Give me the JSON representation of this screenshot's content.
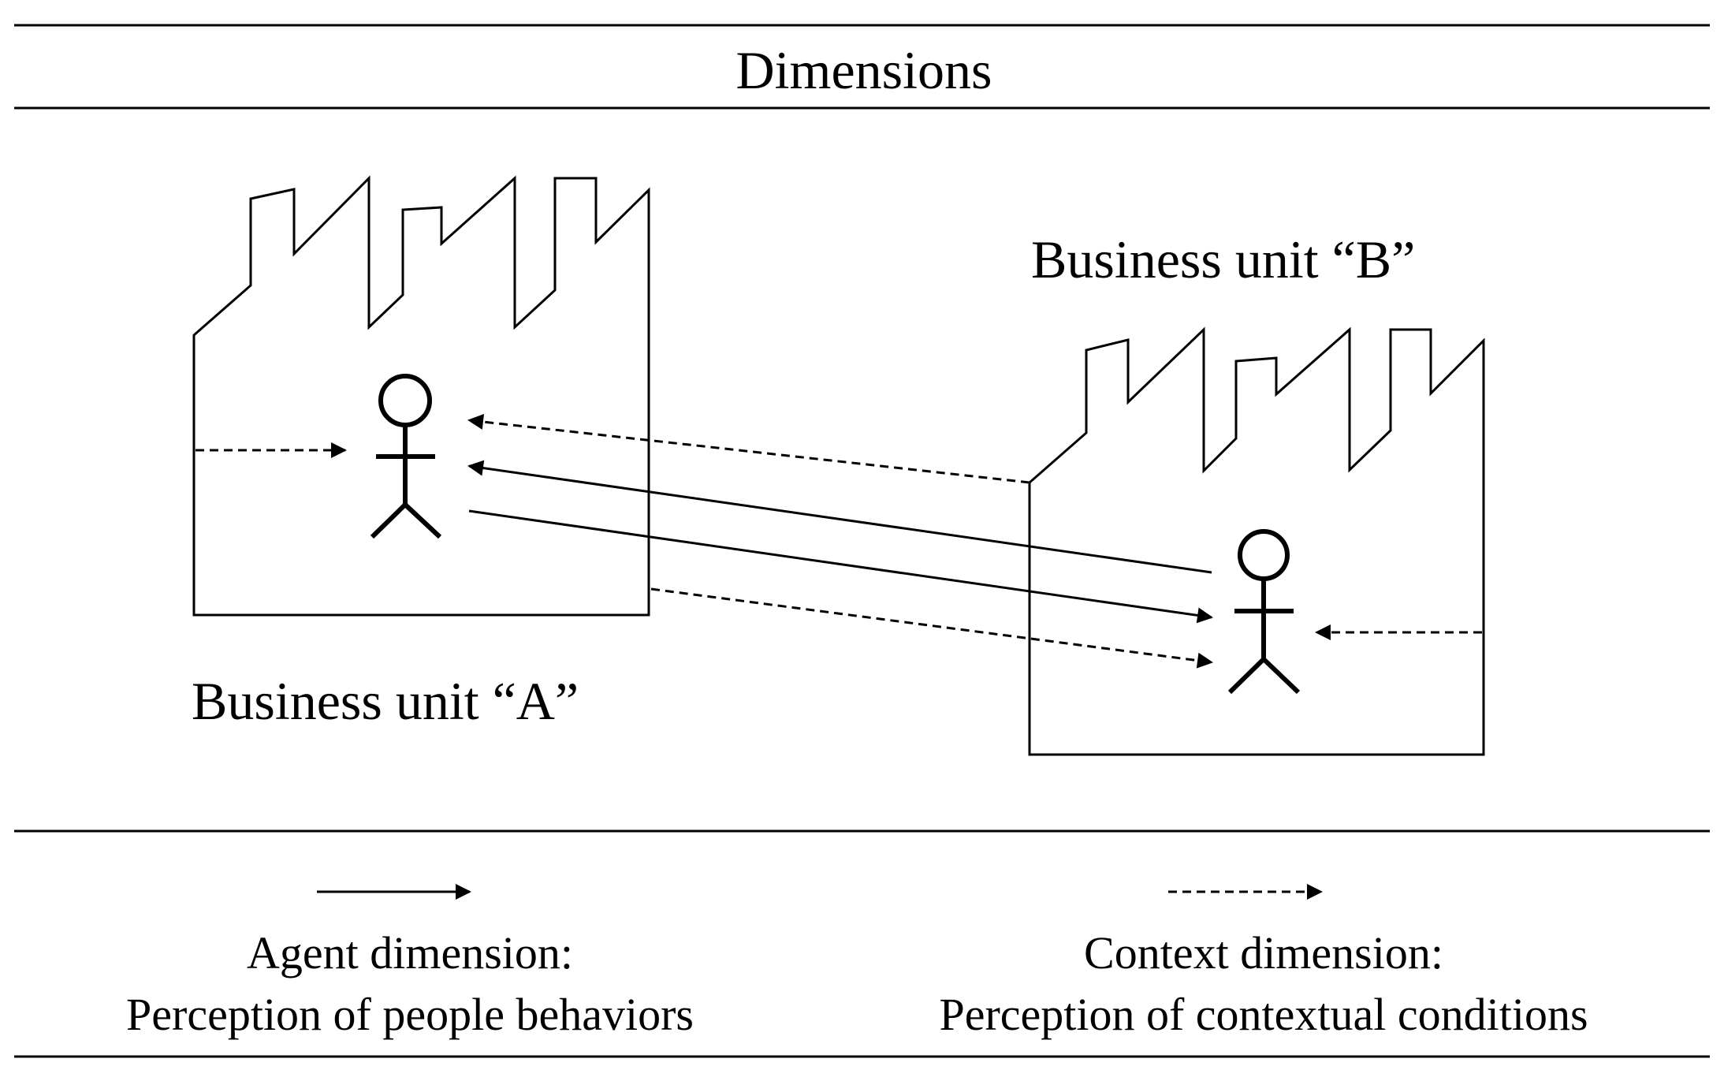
{
  "header": {
    "title": "Dimensions"
  },
  "units": {
    "a": {
      "label": "Business unit “A”"
    },
    "b": {
      "label": "Business unit “B”"
    }
  },
  "legend": {
    "agent": {
      "line_style": "solid",
      "title": "Agent dimension:",
      "description": "Perception of people behaviors"
    },
    "context": {
      "line_style": "dashed",
      "title": "Context dimension:",
      "description": "Perception of contextual conditions"
    }
  },
  "colors": {
    "ink": "#000000",
    "background": "#ffffff"
  }
}
